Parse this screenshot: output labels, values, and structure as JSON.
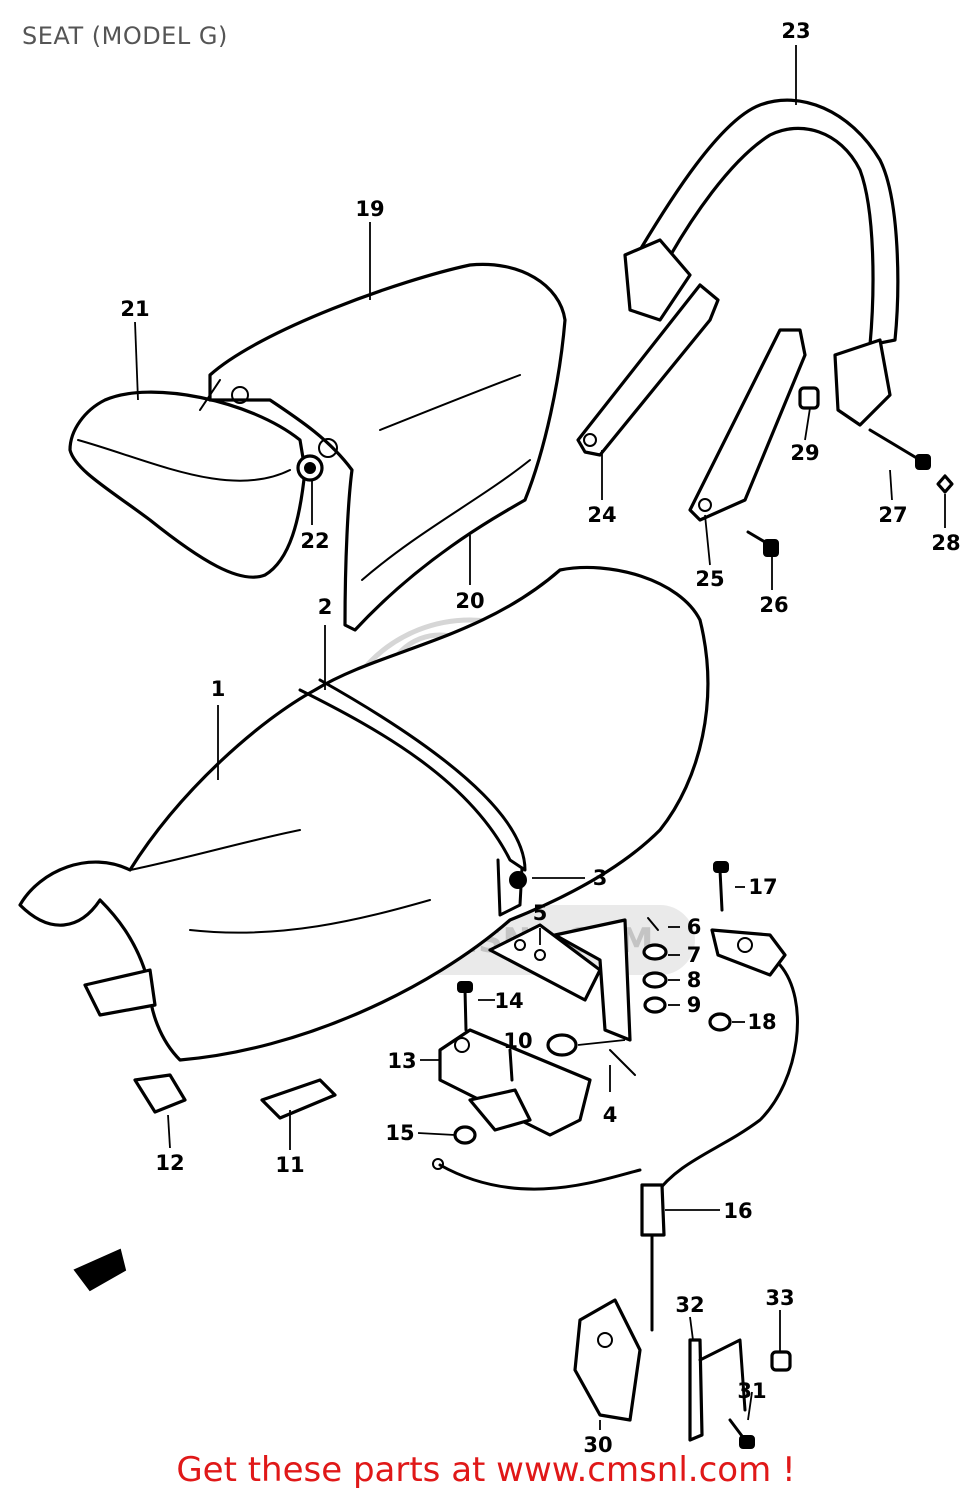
{
  "title": "SEAT (MODEL G)",
  "footer": "Get these parts at www.cmsnl.com !",
  "watermark": "WWW.CMSNL.COM",
  "callouts": [
    {
      "id": "c1",
      "text": "1"
    },
    {
      "id": "c2",
      "text": "2"
    },
    {
      "id": "c3",
      "text": "3"
    },
    {
      "id": "c4",
      "text": "4"
    },
    {
      "id": "c5",
      "text": "5"
    },
    {
      "id": "c6",
      "text": "6"
    },
    {
      "id": "c7",
      "text": "7"
    },
    {
      "id": "c8",
      "text": "8"
    },
    {
      "id": "c9",
      "text": "9"
    },
    {
      "id": "c10",
      "text": "10"
    },
    {
      "id": "c11",
      "text": "11"
    },
    {
      "id": "c12",
      "text": "12"
    },
    {
      "id": "c13",
      "text": "13"
    },
    {
      "id": "c14",
      "text": "14"
    },
    {
      "id": "c15",
      "text": "15"
    },
    {
      "id": "c16",
      "text": "16"
    },
    {
      "id": "c17",
      "text": "17"
    },
    {
      "id": "c18",
      "text": "18"
    },
    {
      "id": "c19",
      "text": "19"
    },
    {
      "id": "c20",
      "text": "20"
    },
    {
      "id": "c21",
      "text": "21"
    },
    {
      "id": "c22",
      "text": "22"
    },
    {
      "id": "c23",
      "text": "23"
    },
    {
      "id": "c24",
      "text": "24"
    },
    {
      "id": "c25",
      "text": "25"
    },
    {
      "id": "c26",
      "text": "26"
    },
    {
      "id": "c27",
      "text": "27"
    },
    {
      "id": "c28",
      "text": "28"
    },
    {
      "id": "c29",
      "text": "29"
    },
    {
      "id": "c30",
      "text": "30"
    },
    {
      "id": "c31",
      "text": "31"
    },
    {
      "id": "c32",
      "text": "32"
    },
    {
      "id": "c33",
      "text": "33"
    }
  ]
}
